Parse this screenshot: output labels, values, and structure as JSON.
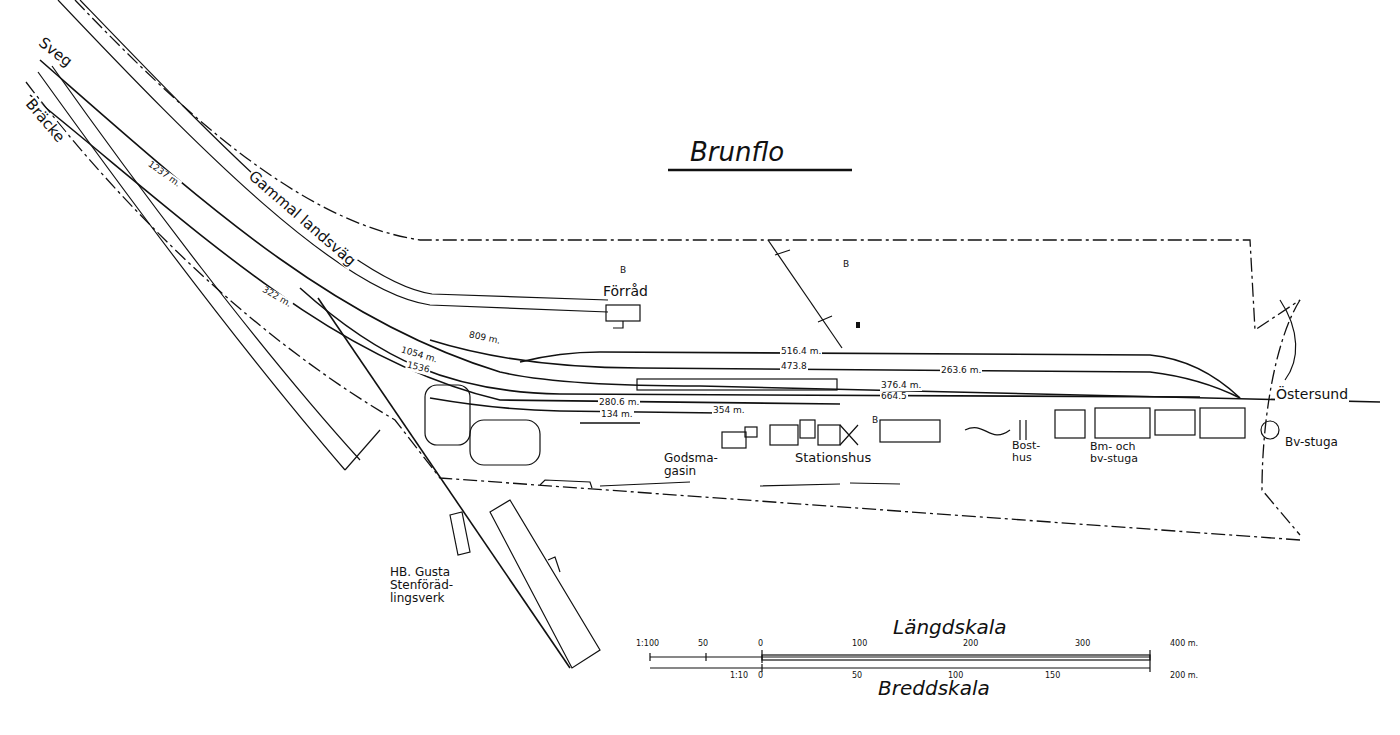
{
  "diagram": {
    "title": "Brunflo",
    "labels": [
      "Sveg",
      "Bräcke",
      "Gammal landsväg",
      "Förråd",
      "Godsma- gasin",
      "Stationshus",
      "Bost- hus",
      "Bm- och bv-stuga",
      "Bv-stuga",
      "Östersund",
      "HB. Gusta Stenföräd- lingsverk",
      "Längdskala",
      "Breddskala",
      "1:100",
      "50",
      "0",
      "100",
      "200",
      "300",
      "400 m.",
      "1:10",
      "0",
      "50",
      "100",
      "150",
      "200 m.",
      "1237 m.",
      "322 m.",
      "809 m.",
      "1054 m.",
      "1536",
      "516.4 m.",
      "473.8",
      "263.6 m.",
      "376.4 m.",
      "664.5",
      "280.6 m.",
      "134 m.",
      "354 m.",
      "B",
      "B",
      "B"
    ]
  }
}
